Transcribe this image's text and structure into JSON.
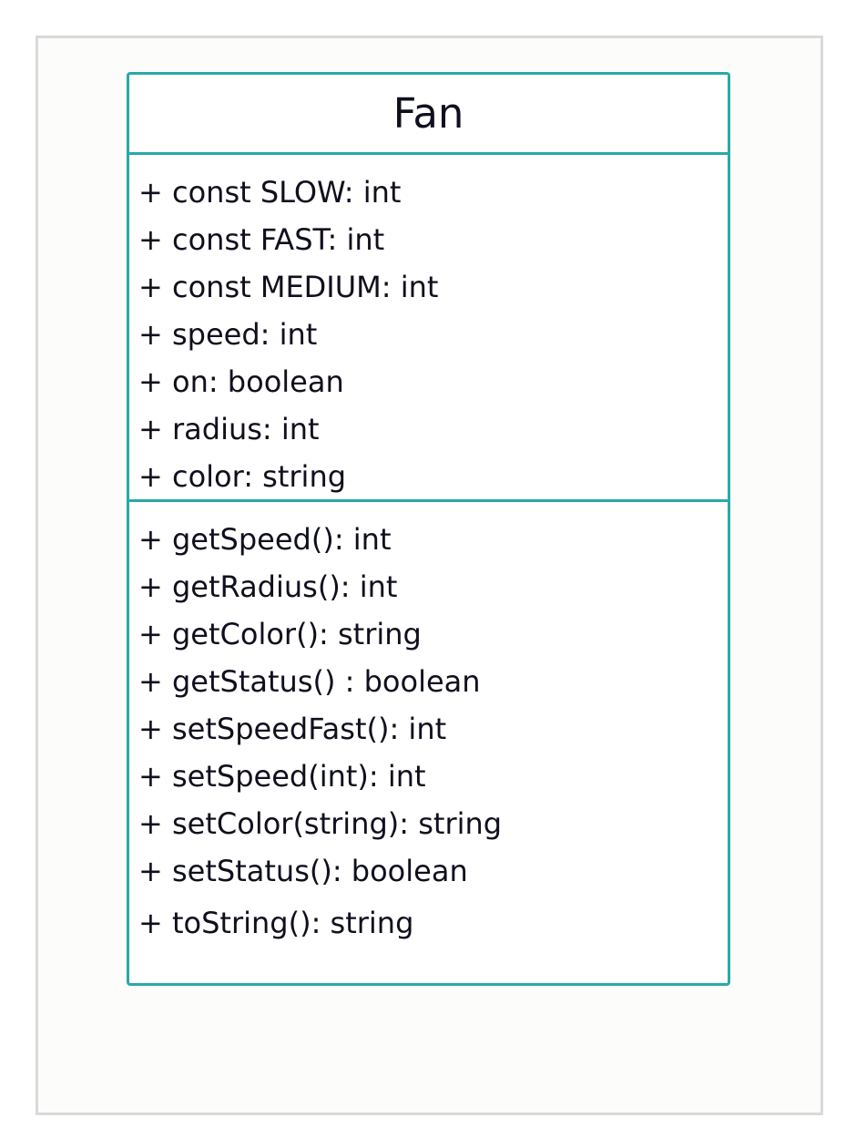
{
  "diagram": {
    "class_name": "Fan",
    "attributes": [
      "+ const SLOW: int",
      "+ const FAST: int",
      "+ const MEDIUM: int",
      "+ speed: int",
      "+ on: boolean",
      "+ radius: int",
      "+ color: string"
    ],
    "operations": [
      "+ getSpeed(): int",
      "+ getRadius(): int",
      "+ getColor(): string",
      "+ getStatus() : boolean",
      "+ setSpeedFast(): int",
      "+ setSpeed(int): int",
      "+ setColor(string): string",
      "+ setStatus(): boolean",
      "+ toString(): string"
    ],
    "colors": {
      "border": "#29a9a7",
      "text": "#0f0f1e",
      "frame": "#d9d9d9",
      "canvas": "#fcfcfb"
    }
  }
}
